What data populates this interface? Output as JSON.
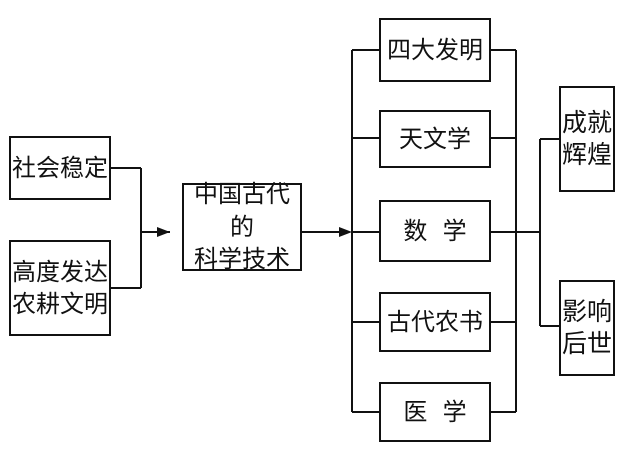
{
  "diagram": {
    "inputs": {
      "social_stability": "社会稳定",
      "agriculture": "高度发达\n农耕文明"
    },
    "center": "中国古代的\n科学技术",
    "branches": [
      "四大发明",
      "天文学",
      "数  学",
      "古代农书",
      "医  学"
    ],
    "results": {
      "achievement": "成就\n辉煌",
      "influence": "影响\n后世"
    },
    "colors": {
      "line": "#111111",
      "box_border": "#111111",
      "background": "#ffffff"
    }
  }
}
